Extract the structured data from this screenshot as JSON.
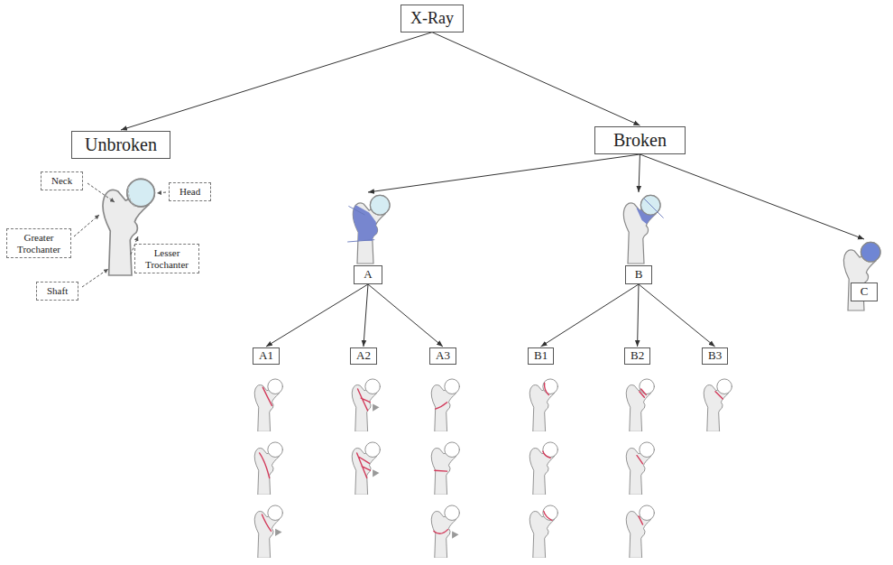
{
  "diagram": {
    "nodes": [
      {
        "text": [
          "X-Ray"
        ]
      },
      {
        "text": [
          "Unbroken"
        ]
      },
      {
        "text": [
          "Broken"
        ]
      },
      {
        "text": [
          "Neck"
        ]
      },
      {
        "text": [
          "Head"
        ]
      },
      {
        "text": [
          "Greater Trochanter"
        ]
      },
      {
        "text": [
          "Lesser Trochanter"
        ]
      },
      {
        "text": [
          "Shaft"
        ]
      },
      {
        "text": [
          "A"
        ]
      },
      {
        "text": [
          "B"
        ]
      },
      {
        "text": [
          "C"
        ]
      },
      {
        "text": [
          "A1"
        ]
      },
      {
        "text": [
          "A2"
        ]
      },
      {
        "text": [
          "A3"
        ]
      },
      {
        "text": [
          "B1"
        ]
      },
      {
        "text": [
          "B2"
        ]
      },
      {
        "text": [
          "B3"
        ]
      }
    ],
    "edges": [
      {
        "from": 0,
        "to": 1,
        "arrow": "to"
      },
      {
        "from": 0,
        "to": 2,
        "arrow": "to"
      },
      {
        "from": 2,
        "to": 8,
        "arrow": "to"
      },
      {
        "from": 2,
        "to": 9,
        "arrow": "to"
      },
      {
        "from": 2,
        "to": 10,
        "arrow": "to"
      },
      {
        "from": 8,
        "to": 11,
        "arrow": "to"
      },
      {
        "from": 8,
        "to": 12,
        "arrow": "to"
      },
      {
        "from": 8,
        "to": 13,
        "arrow": "to"
      },
      {
        "from": 9,
        "to": 14,
        "arrow": "to"
      },
      {
        "from": 9,
        "to": 15,
        "arrow": "to"
      },
      {
        "from": 9,
        "to": 16,
        "arrow": "to"
      }
    ]
  }
}
